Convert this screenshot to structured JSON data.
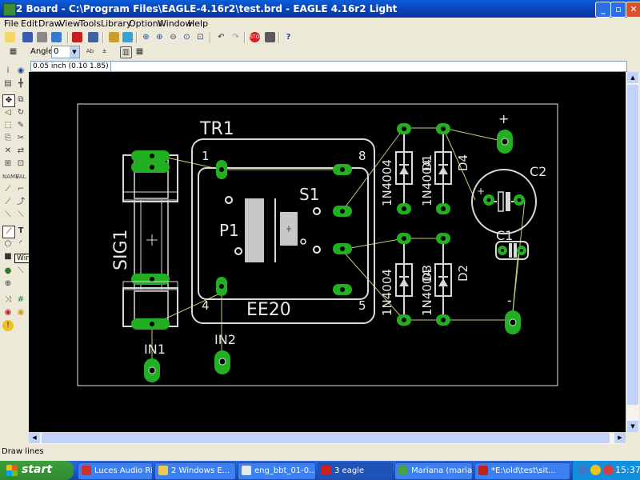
{
  "window": {
    "title": "2 Board - C:\\Program Files\\EAGLE-4.16r2\\test.brd - EAGLE 4.16r2 Light"
  },
  "menu": [
    "File",
    "Edit",
    "Draw",
    "View",
    "Tools",
    "Library",
    "Options",
    "Window",
    "Help"
  ],
  "params": {
    "angle_label": "Angle:",
    "angle_value": "0"
  },
  "coords": {
    "readout": "0.05 inch (0.10 1.85)"
  },
  "tooltip": "Wire",
  "board": {
    "parts": {
      "tr1": "TR1",
      "s1": "S1",
      "p1": "P1",
      "ee20": "EE20",
      "pin1": "1",
      "pin8": "8",
      "pin4": "4",
      "pin5": "5",
      "sig1": "SIG1",
      "in1": "IN1",
      "in2": "IN2",
      "d1": "D1",
      "d2": "D2",
      "d3": "D3",
      "d4": "D4",
      "diode": "1N4004",
      "c1": "C1",
      "c2": "C2",
      "plus": "+",
      "minus": "-"
    }
  },
  "status": "Draw lines",
  "taskbar": {
    "start": "start",
    "tasks": [
      "Luces Audio Rí...",
      "2 Windows E...",
      "eng_bbt_01-0...",
      "3 eagle",
      "Mariana (maria...",
      "*E:\\old\\test\\sit..."
    ],
    "clock": "15:37"
  }
}
